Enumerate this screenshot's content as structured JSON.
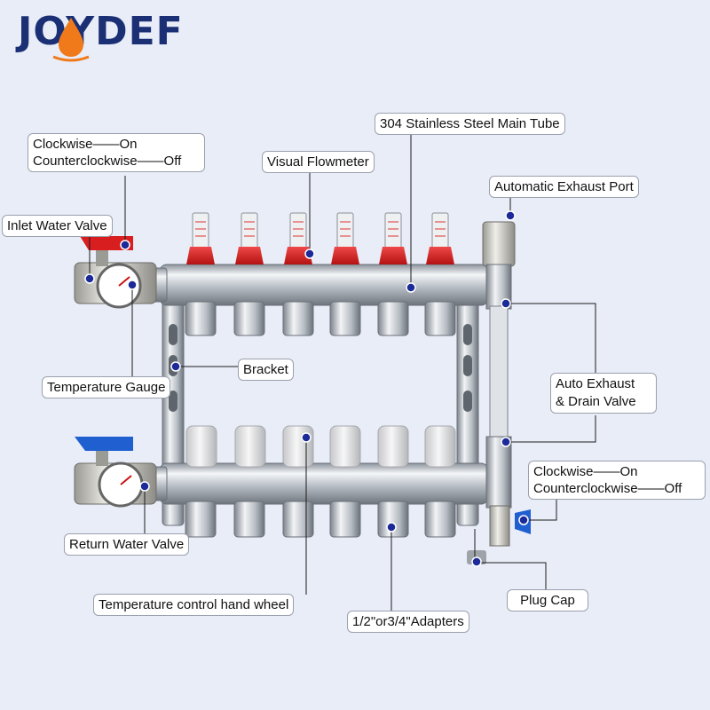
{
  "brand": {
    "logo_text": "JOYDEF",
    "colors": {
      "navy": "#1b2f74",
      "orange": "#f07a1a",
      "red": "#d81e1e",
      "blue": "#1f5fd0",
      "dot": "#1c2a99"
    }
  },
  "labels": {
    "inlet_switch_on": "Clockwise——On",
    "inlet_switch_off": "Counterclockwise——Off",
    "inlet_water_valve": "Inlet Water Valve",
    "visual_flowmeter": "Visual Flowmeter",
    "main_tube": "304 Stainless Steel Main Tube",
    "automatic_exhaust_port": "Automatic Exhaust Port",
    "bracket": "Bracket",
    "temperature_gauge": "Temperature Gauge",
    "auto_exhaust_line1": "Auto Exhaust",
    "auto_exhaust_line2": "& Drain Valve",
    "drain_switch_on": "Clockwise——On",
    "drain_switch_off": "Counterclockwise——Off",
    "return_water_valve": "Return Water Valve",
    "plug_cap": "Plug Cap",
    "hand_wheel": "Temperature control hand wheel",
    "adapters": "1/2\"or3/4\"Adapters"
  }
}
